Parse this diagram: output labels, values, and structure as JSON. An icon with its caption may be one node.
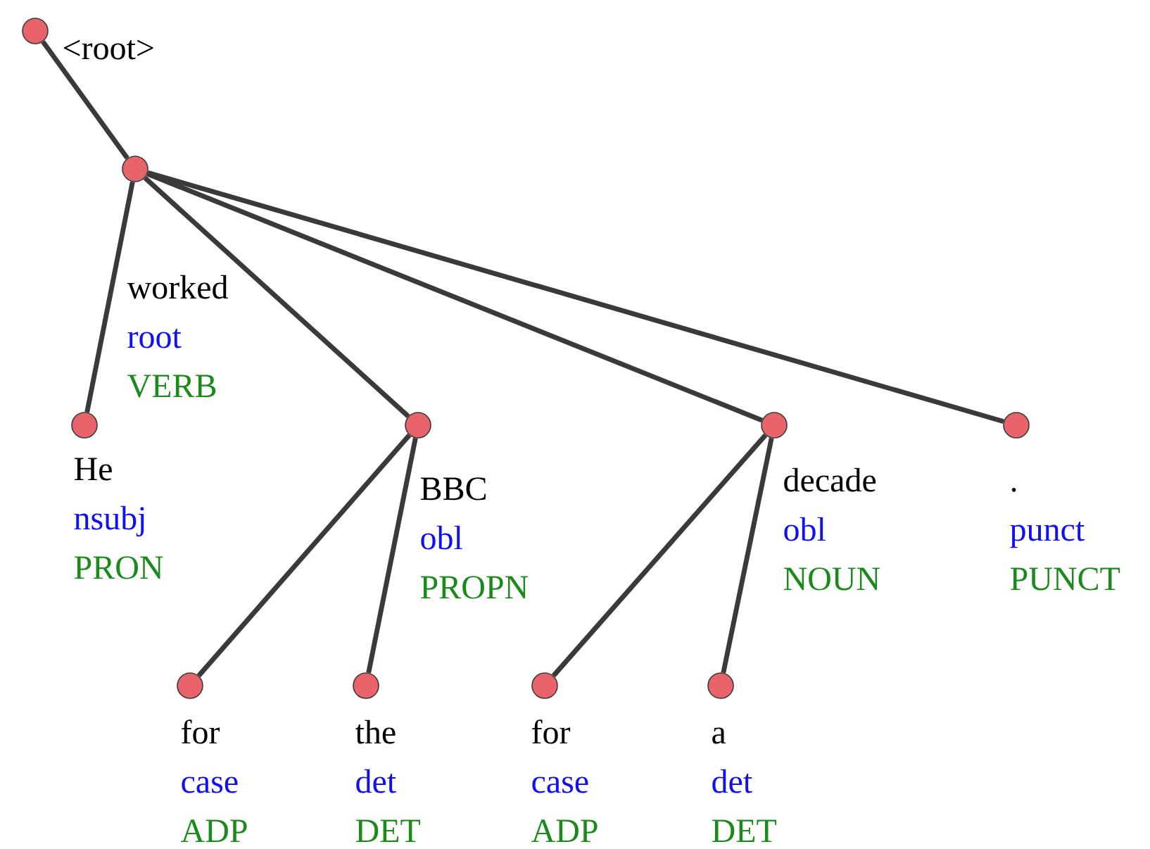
{
  "diagram": {
    "nodes": [
      {
        "text": [
          "<root>"
        ]
      },
      {
        "text": [
          "worked",
          "root",
          "VERB"
        ]
      },
      {
        "text": [
          "He",
          "nsubj",
          "PRON"
        ]
      },
      {
        "text": [
          "BBC",
          "obl",
          "PROPN"
        ]
      },
      {
        "text": [
          "decade",
          "obl",
          "NOUN"
        ]
      },
      {
        "text": [
          ".",
          "punct",
          "PUNCT"
        ]
      },
      {
        "text": [
          "for",
          "case",
          "ADP"
        ]
      },
      {
        "text": [
          "the",
          "det",
          "DET"
        ]
      },
      {
        "text": [
          "for",
          "case",
          "ADP"
        ]
      },
      {
        "text": [
          "a",
          "det",
          "DET"
        ]
      }
    ],
    "edges": [
      {
        "from": 0,
        "to": 1,
        "arrow": "none"
      },
      {
        "from": 1,
        "to": 2,
        "arrow": "none"
      },
      {
        "from": 1,
        "to": 3,
        "arrow": "none"
      },
      {
        "from": 1,
        "to": 4,
        "arrow": "none"
      },
      {
        "from": 1,
        "to": 5,
        "arrow": "none"
      },
      {
        "from": 3,
        "to": 6,
        "arrow": "none"
      },
      {
        "from": 3,
        "to": 7,
        "arrow": "none"
      },
      {
        "from": 4,
        "to": 8,
        "arrow": "none"
      },
      {
        "from": 4,
        "to": 9,
        "arrow": "none"
      }
    ]
  }
}
